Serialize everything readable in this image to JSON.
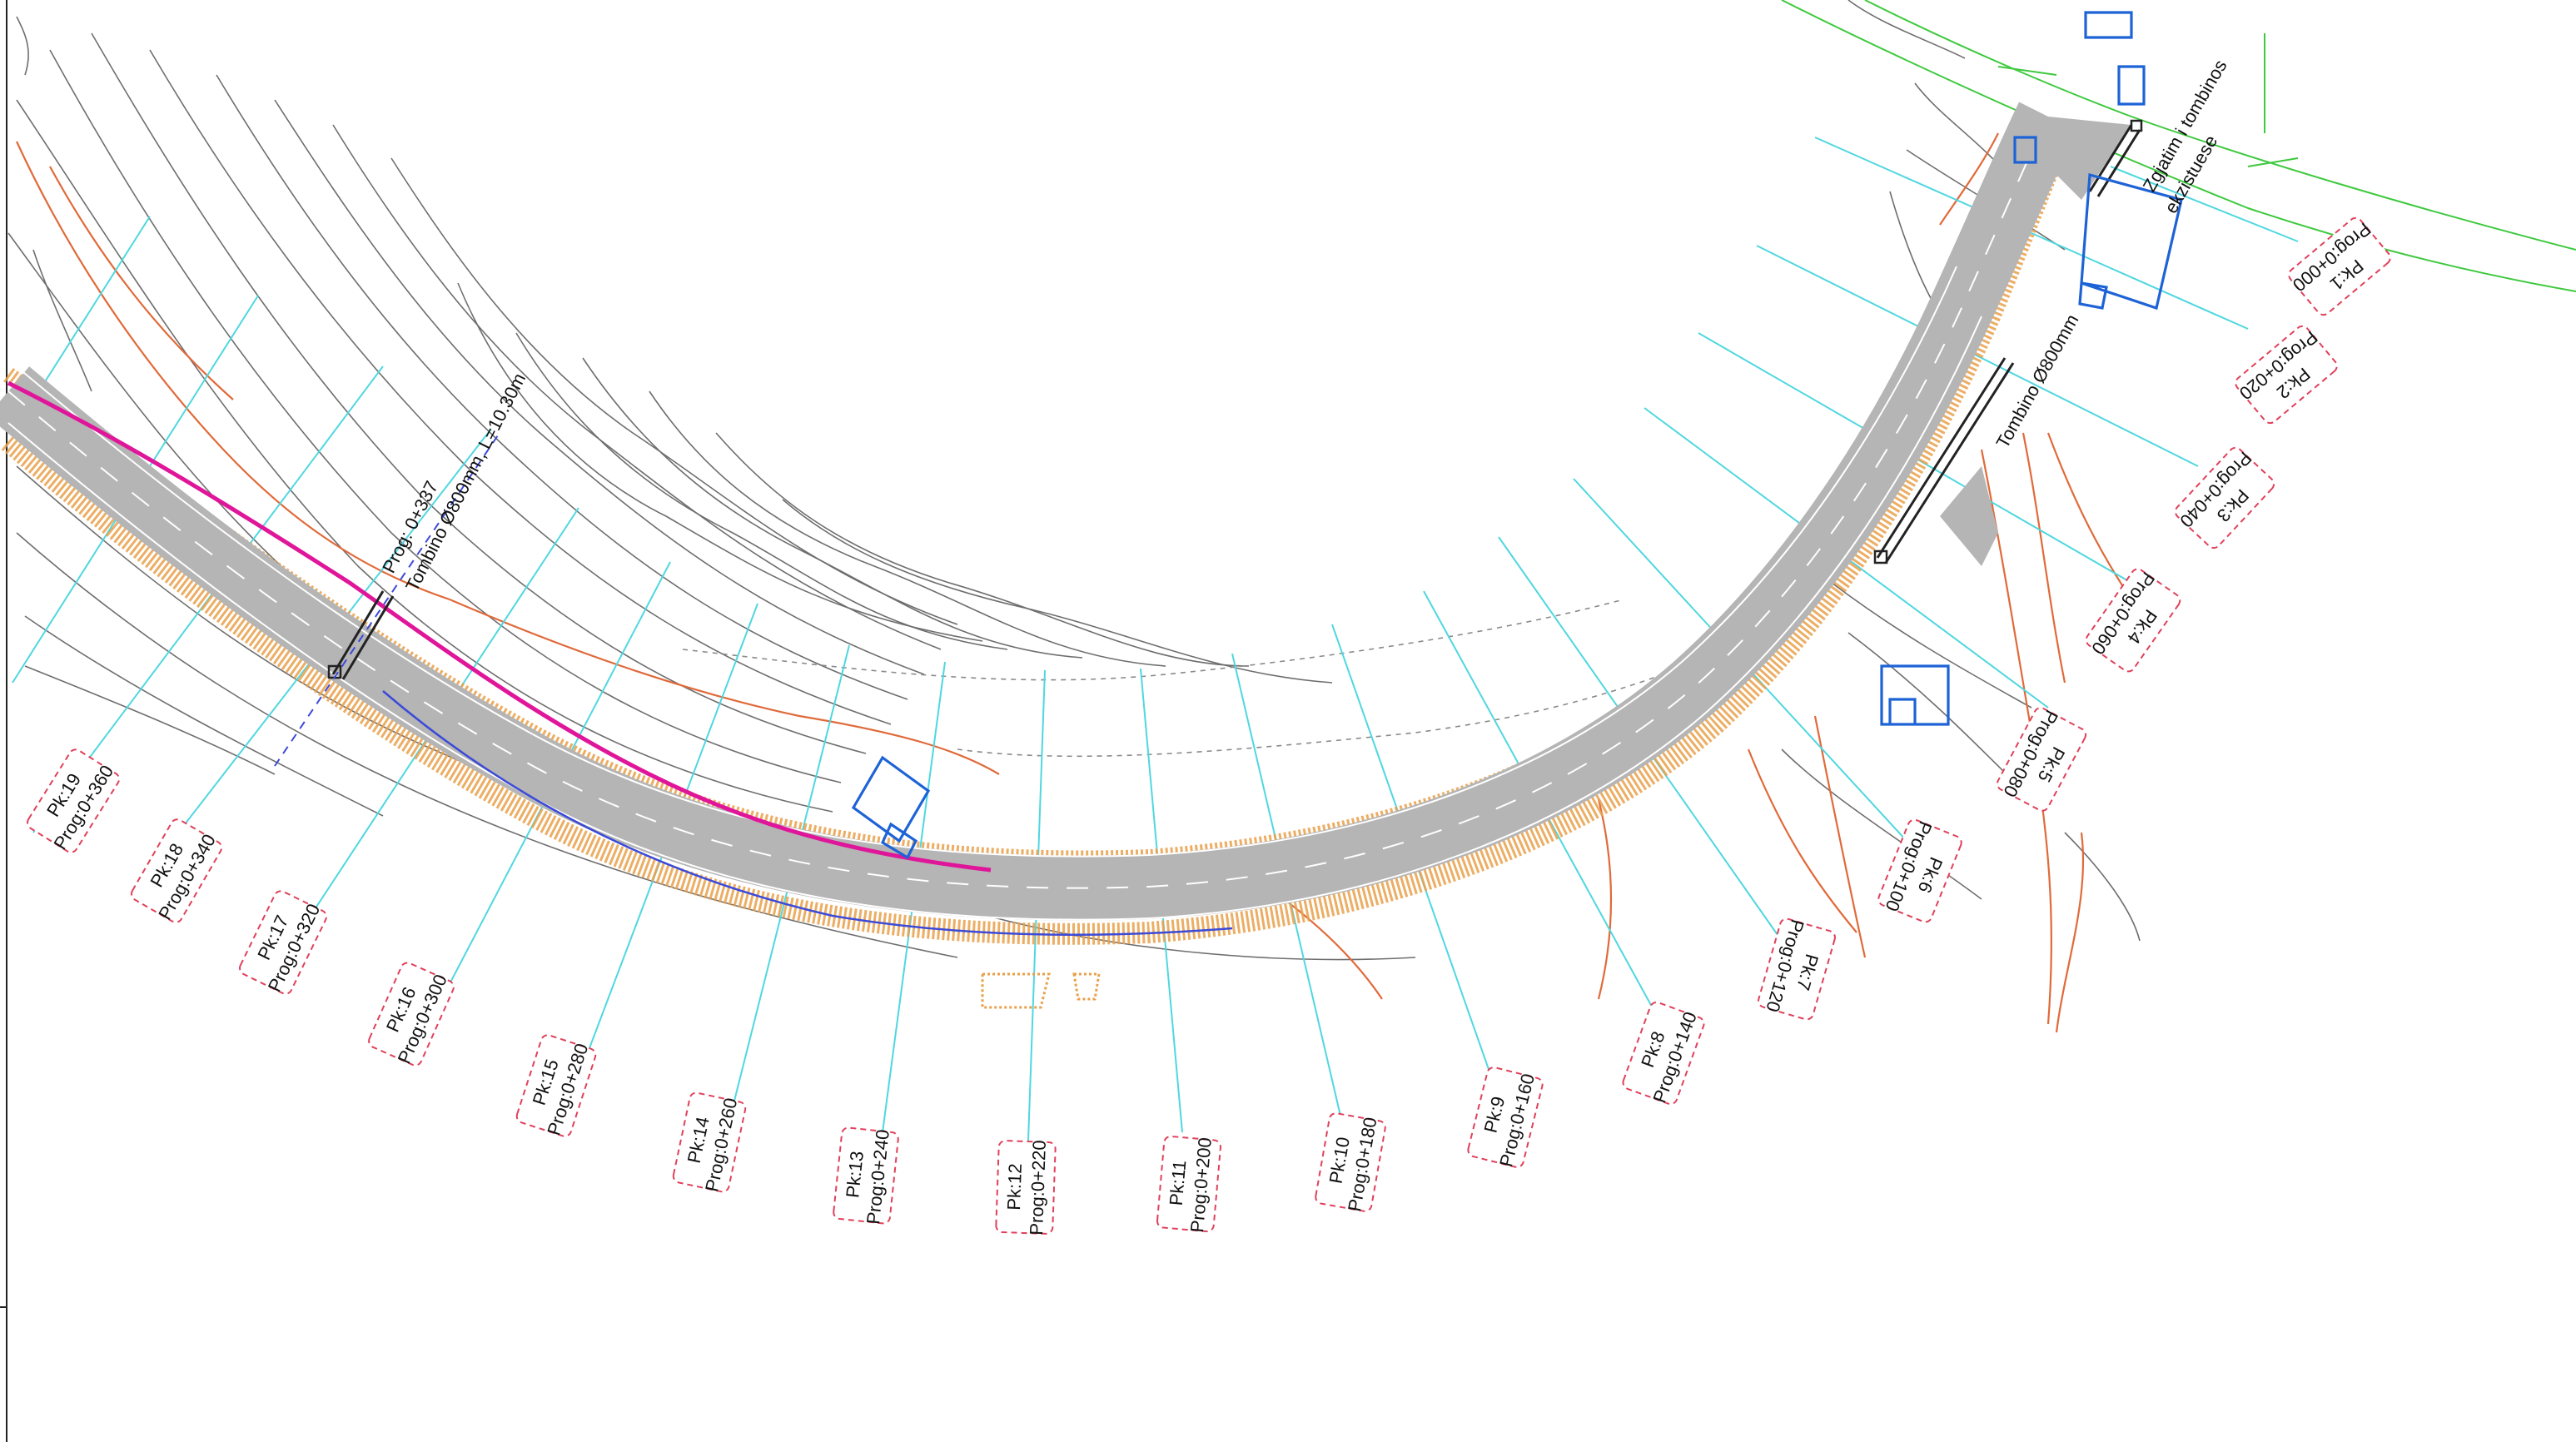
{
  "sections": [
    {
      "pk": "Pk:1",
      "prog": "Prog:0+000"
    },
    {
      "pk": "Pk:2",
      "prog": "Prog:0+020"
    },
    {
      "pk": "Pk:3",
      "prog": "Prog:0+040"
    },
    {
      "pk": "Pk:4",
      "prog": "Prog:0+060"
    },
    {
      "pk": "Pk:5",
      "prog": "Prog:0+080"
    },
    {
      "pk": "Pk:6",
      "prog": "Prog:0+100"
    },
    {
      "pk": "Pk:7",
      "prog": "Prog:0+120"
    },
    {
      "pk": "Pk:8",
      "prog": "Prog:0+140"
    },
    {
      "pk": "Pk:9",
      "prog": "Prog:0+160"
    },
    {
      "pk": "Pk:10",
      "prog": "Prog:0+180"
    },
    {
      "pk": "Pk:11",
      "prog": "Prog:0+200"
    },
    {
      "pk": "Pk:12",
      "prog": "Prog:0+220"
    },
    {
      "pk": "Pk:13",
      "prog": "Prog:0+240"
    },
    {
      "pk": "Pk:14",
      "prog": "Prog:0+260"
    },
    {
      "pk": "Pk:15",
      "prog": "Prog:0+280"
    },
    {
      "pk": "Pk:16",
      "prog": "Prog:0+300"
    },
    {
      "pk": "Pk:17",
      "prog": "Prog:0+320"
    },
    {
      "pk": "Pk:18",
      "prog": "Prog:0+340"
    },
    {
      "pk": "Pk:19",
      "prog": "Prog:0+360"
    }
  ],
  "notes": {
    "culvert_west_prog": "Prog: 0+337",
    "culvert_west_desc": "Tombino Ø800mm, L=10.30m",
    "culvert_mid": "Tombino Ø800mm",
    "culvert_existing_line1": "Zgjatim i tombinos",
    "culvert_existing_line2": "ekzistuese"
  },
  "colors": {
    "road": "#b5b5b5",
    "contour": "#6e6e6e",
    "cross_section": "#4fd7e0",
    "embankment": "#e9a04a",
    "magenta_edge": "#e0169a",
    "building": "#1e63d6",
    "label_border": "#e0405a"
  }
}
